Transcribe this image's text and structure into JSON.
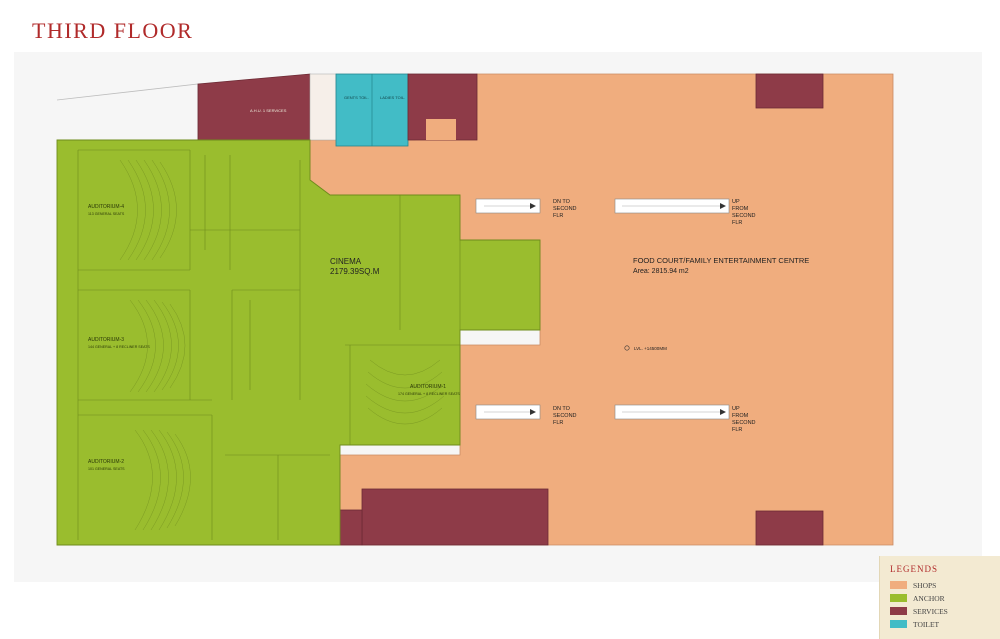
{
  "page_title": "THIRD FLOOR",
  "zones": {
    "cinema": {
      "label": "CINEMA",
      "area": "2179.39SQ.M"
    },
    "food_court": {
      "label": "FOOD COURT/FAMILY ENTERTAINMENT CENTRE",
      "area": "Area: 2815.94 m2"
    },
    "level_marker": "LVL. +14500MM",
    "services_top": "A.H.U. 1 SERVICES",
    "gents_toilet": "GENTS TOIL.",
    "ladies_toilet": "LADIES TOIL."
  },
  "escalators": {
    "down_label_1": "DN TO",
    "down_label_2": "SECOND",
    "down_label_3": "FLR",
    "up_label_1": "UP",
    "up_label_2": "FROM",
    "up_label_3": "SECOND",
    "up_label_4": "FLR"
  },
  "auditoriums": {
    "a4": {
      "name": "AUDITORIUM-4",
      "seats": "113 GENERAL SEATS"
    },
    "a3": {
      "name": "AUDITORIUM-3",
      "seats": "144 GENERAL + 8 RECLINER SEATS"
    },
    "a2": {
      "name": "AUDITORIUM-2",
      "seats": "101 GENERAL SEATS"
    },
    "a1": {
      "name": "AUDITORIUM-1",
      "seats": "174 GENERAL + 8 RECLINER SEATS"
    }
  },
  "legend": {
    "title": "LEGENDS",
    "items": [
      {
        "label": "SHOPS",
        "color": "#f0ad7e"
      },
      {
        "label": "ANCHOR",
        "color": "#9abd2e"
      },
      {
        "label": "SERVICES",
        "color": "#8e3b48"
      },
      {
        "label": "TOILET",
        "color": "#42bcc6"
      }
    ]
  },
  "colors": {
    "shops": "#f0ad7e",
    "anchor": "#9abd2e",
    "services": "#8e3b48",
    "toilet": "#42bcc6",
    "title": "#b02a2a"
  }
}
